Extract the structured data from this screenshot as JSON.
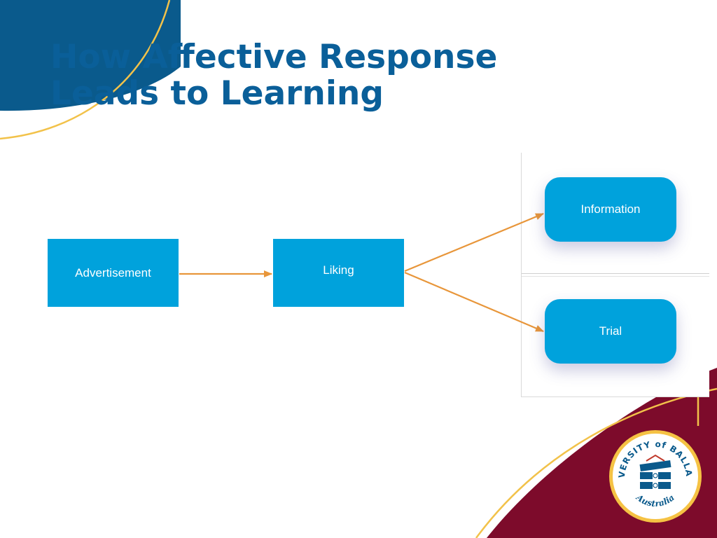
{
  "slide": {
    "title_line1": "How Affective Response",
    "title_line2": "Leads to Learning"
  },
  "diagram": {
    "nodes": {
      "advertisement": "Advertisement",
      "liking": "Liking",
      "information": "Information",
      "trial": "Trial"
    }
  },
  "logo": {
    "arc_text": "UNIVERSITY of BALLARAT",
    "subtitle": "Australia"
  },
  "colors": {
    "title": "#0a5f99",
    "node": "#00a2dc",
    "arrow": "#e8963a",
    "accent_navy": "#0a5a8c",
    "accent_maroon": "#7d0b2b",
    "accent_gold": "#f5c244"
  }
}
